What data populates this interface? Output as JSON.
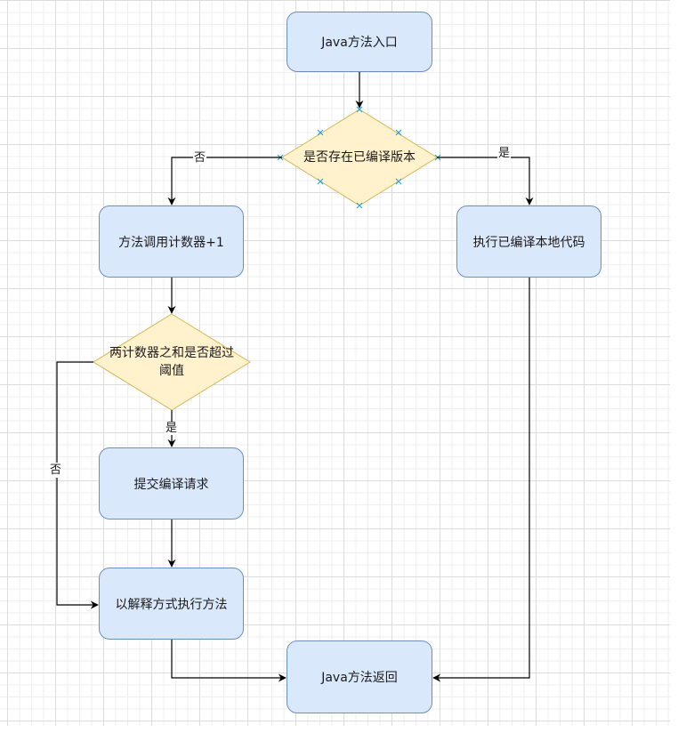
{
  "diagram": {
    "type": "flowchart",
    "colors": {
      "process_fill": "#dae8fc",
      "process_stroke": "#6c8ebf",
      "decision_fill": "#fff2cc",
      "decision_stroke": "#d6b656",
      "edge": "#000000",
      "connection_point": "#29a3d8"
    },
    "nodes": {
      "entry": {
        "label": "Java方法入口",
        "shape": "rounded-rect"
      },
      "has_compiled": {
        "label": "是否存在已编译版本",
        "shape": "diamond"
      },
      "increment_counter": {
        "label": "方法调用计数器+1",
        "shape": "rounded-rect"
      },
      "run_native": {
        "label": "执行已编译本地代码",
        "shape": "rounded-rect"
      },
      "threshold": {
        "label": "两计数器之和是否超过阈值",
        "line1": "两计数器之和是否超过",
        "line2": "阈值",
        "shape": "diamond"
      },
      "submit_compile": {
        "label": "提交编译请求",
        "shape": "rounded-rect"
      },
      "interpret": {
        "label": "以解释方式执行方法",
        "shape": "rounded-rect"
      },
      "return": {
        "label": "Java方法返回",
        "shape": "rounded-rect"
      }
    },
    "edges": [
      {
        "from": "entry",
        "to": "has_compiled",
        "label": ""
      },
      {
        "from": "has_compiled",
        "to": "increment_counter",
        "label": "否"
      },
      {
        "from": "has_compiled",
        "to": "run_native",
        "label": "是"
      },
      {
        "from": "increment_counter",
        "to": "threshold",
        "label": ""
      },
      {
        "from": "threshold",
        "to": "submit_compile",
        "label": "是"
      },
      {
        "from": "threshold",
        "to": "interpret",
        "label": "否"
      },
      {
        "from": "submit_compile",
        "to": "interpret",
        "label": ""
      },
      {
        "from": "interpret",
        "to": "return",
        "label": ""
      },
      {
        "from": "run_native",
        "to": "return",
        "label": ""
      }
    ]
  }
}
